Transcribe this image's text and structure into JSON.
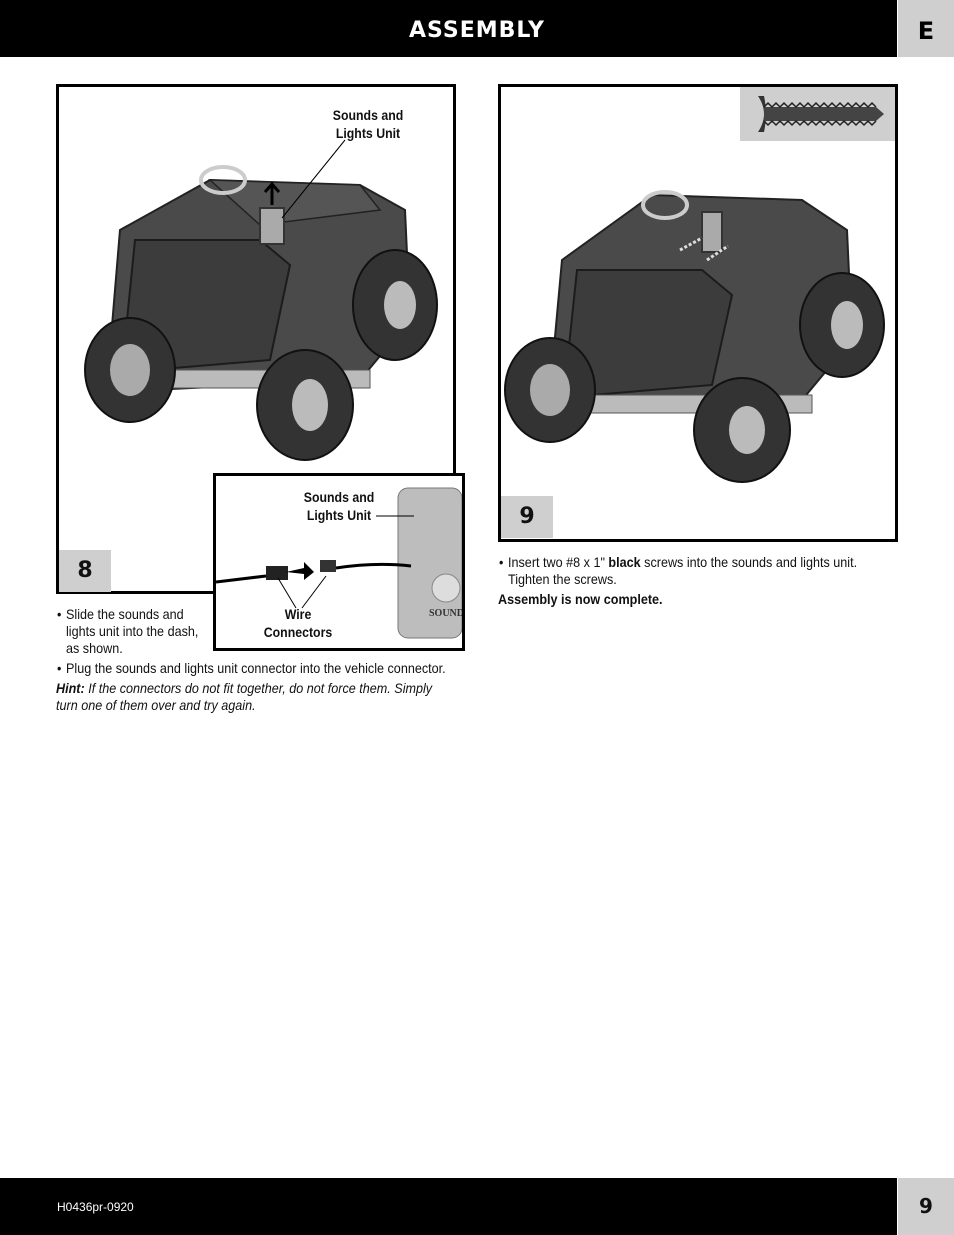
{
  "header": {
    "title": "ASSEMBLY",
    "tab": "E"
  },
  "step8": {
    "badge": "8",
    "callout_top": "Sounds and\nLights Unit",
    "callout_top_l1": "Sounds and",
    "callout_top_l2": "Lights Unit",
    "inset_callout_l1": "Sounds and",
    "inset_callout_l2": "Lights Unit",
    "wire_l1": "Wire",
    "wire_l2": "Connectors",
    "bullet1_l1": "Slide the sounds and",
    "bullet1_l2": "lights unit into the dash,",
    "bullet1_l3": "as shown.",
    "bullet2": "Plug the sounds and lights unit connector into the vehicle connector.",
    "hint_label": "Hint:",
    "hint_l1": "If the connectors do not fit together, do not force them. Simply",
    "hint_l2": "turn one of them over and try again."
  },
  "step9": {
    "badge": "9",
    "bullet1_pre": "Insert two #8 x 1\"",
    "bullet1_bold": "black",
    "bullet1_post": "screws into the sounds and lights unit.",
    "bullet1_l2": "Tighten the screws.",
    "complete": "Assembly is now complete."
  },
  "footer": {
    "code": "H0436pr-0920",
    "page": "9"
  },
  "colors": {
    "band": "#000000",
    "tab": "#cfcfcf",
    "vehicle": "#3a3a3a"
  }
}
